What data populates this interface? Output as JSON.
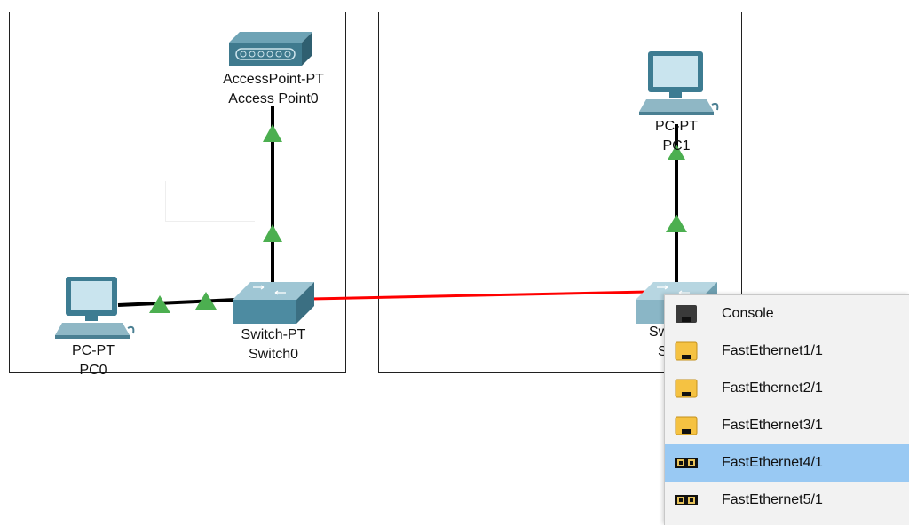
{
  "devices": {
    "access_point": {
      "model": "AccessPoint-PT",
      "name": "Access Point0"
    },
    "pc0": {
      "model": "PC-PT",
      "name": "PC0"
    },
    "switch0": {
      "model": "Switch-PT",
      "name": "Switch0"
    },
    "pc1": {
      "model": "PC-PT",
      "name": "PC1"
    },
    "switch1": {
      "model": "Swi",
      "name": "Sw"
    }
  },
  "port_menu": {
    "items": [
      {
        "label": "Console",
        "icon": "console-port-icon"
      },
      {
        "label": "FastEthernet1/1",
        "icon": "ethernet-port-icon"
      },
      {
        "label": "FastEthernet2/1",
        "icon": "ethernet-port-icon"
      },
      {
        "label": "FastEthernet3/1",
        "icon": "ethernet-port-icon"
      },
      {
        "label": "FastEthernet4/1",
        "icon": "fiber-port-icon",
        "selected": true
      },
      {
        "label": "FastEthernet5/1",
        "icon": "fiber-port-icon"
      }
    ]
  },
  "colors": {
    "link": "#000000",
    "pending_link": "#ff0000",
    "link_up": "#4caf50",
    "selected_item": "#99c9f3",
    "ethernet_port": "#f5c242",
    "console_port": "#3a3a3a"
  }
}
